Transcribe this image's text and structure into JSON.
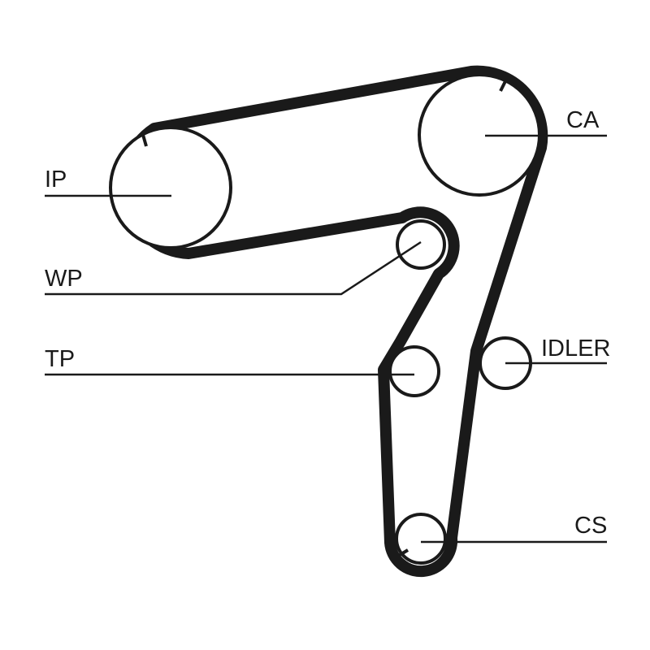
{
  "diagram": {
    "labels": {
      "ip": "IP",
      "ca": "CA",
      "wp": "WP",
      "tp": "TP",
      "idler": "IDLER",
      "cs": "CS"
    },
    "colors": {
      "ink": "#1a1a1a",
      "background": "#ffffff"
    }
  }
}
